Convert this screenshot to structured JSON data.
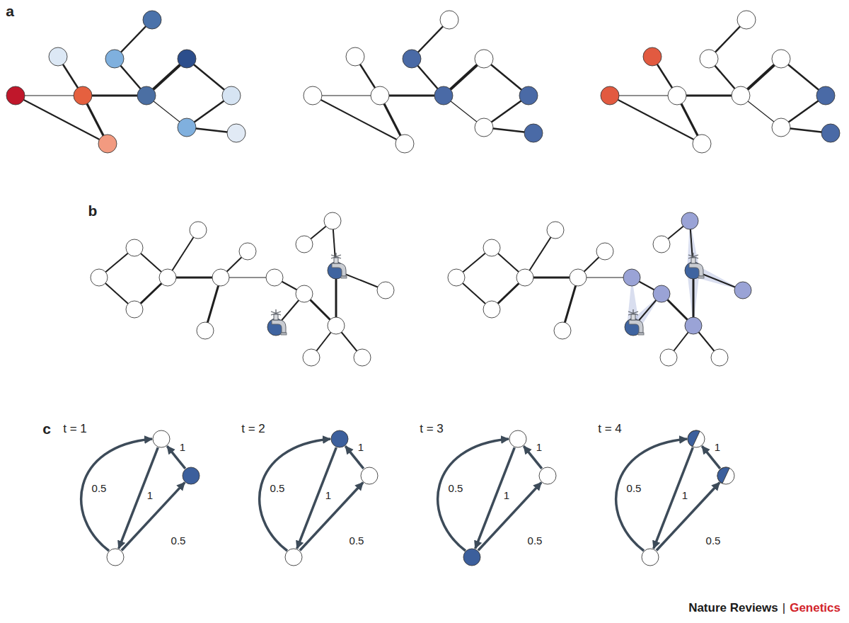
{
  "diagram": {
    "labels": [
      "a",
      "b",
      "c",
      "t = 1",
      "1",
      "0.5",
      "1",
      "0.5",
      "t = 2",
      "1",
      "0.5",
      "1",
      "0.5",
      "t = 3",
      "1",
      "0.5",
      "1",
      "0.5",
      "t = 4",
      "1",
      "0.5",
      "1",
      "0.5",
      "Nature Reviews",
      "|",
      "Genetics"
    ]
  }
}
